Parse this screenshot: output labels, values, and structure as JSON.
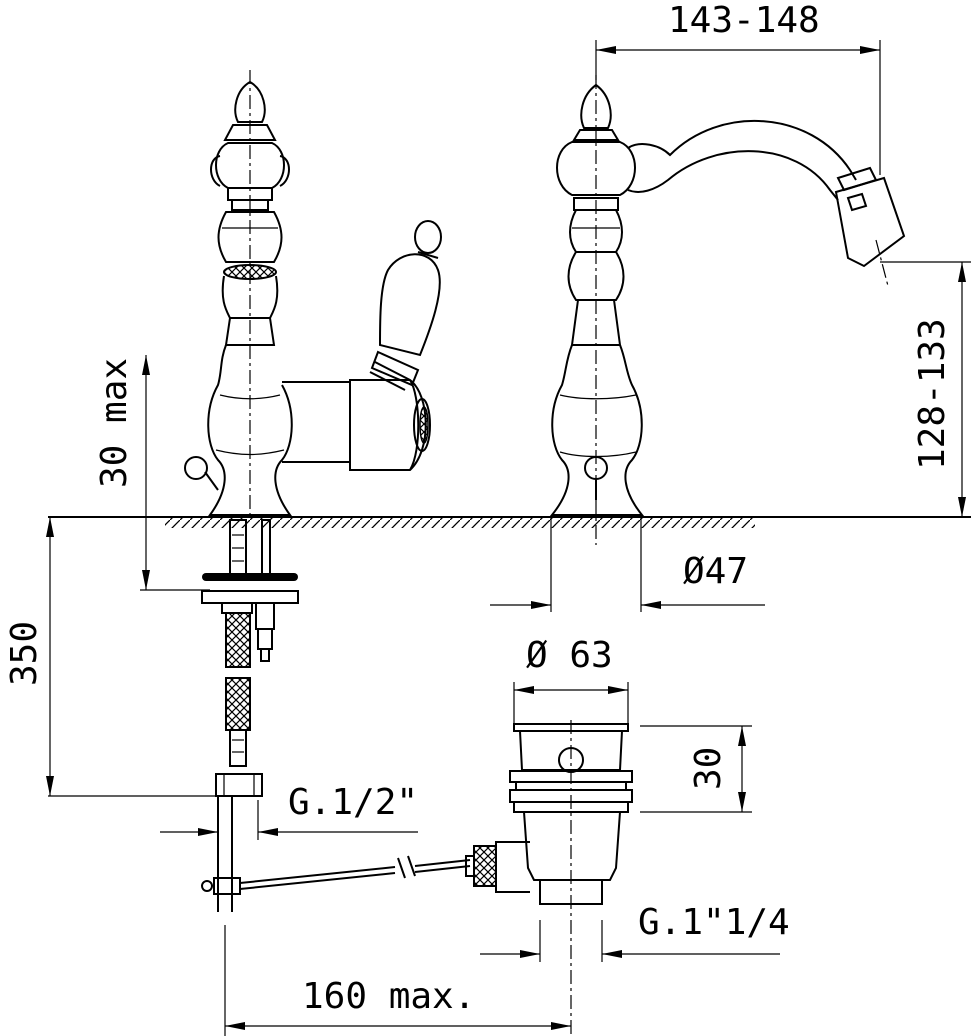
{
  "dimensions": {
    "spout_reach": "143-148",
    "spout_height": "128-133",
    "deck_thickness": "30 max",
    "hose_length": "350",
    "base_diameter": "Ø47",
    "waste_diameter": "Ø 63",
    "waste_height": "30",
    "hose_thread": "G.1/2\"",
    "waste_thread": "G.1\"1/4",
    "rod_length": "160 max."
  }
}
